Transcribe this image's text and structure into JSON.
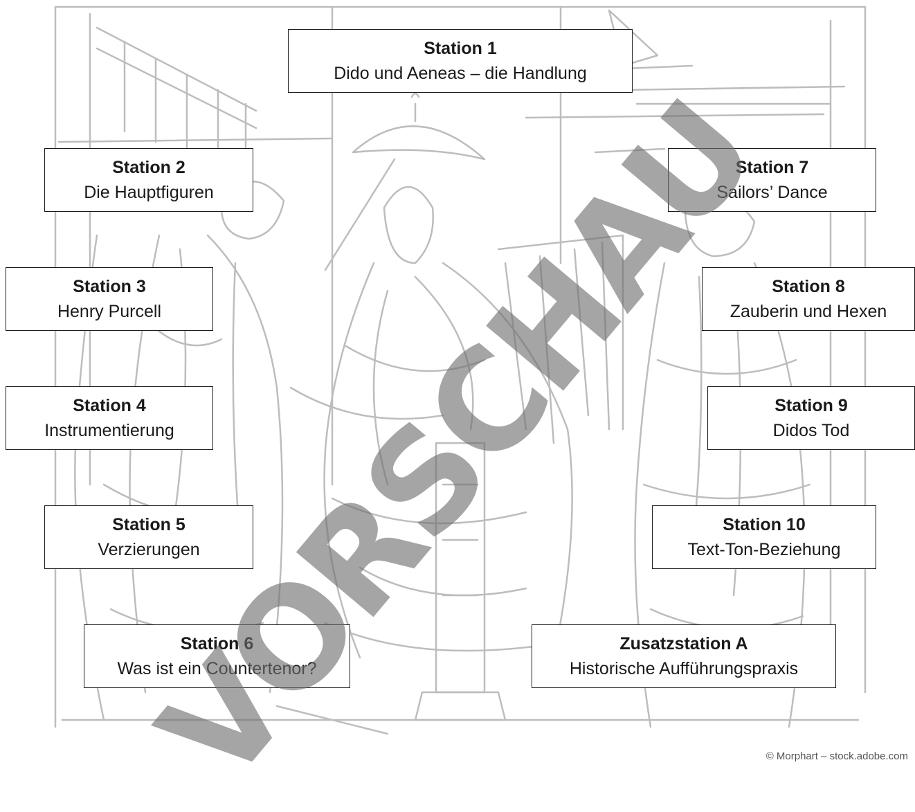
{
  "stations": [
    {
      "id": "station-1",
      "title": "Station 1",
      "subtitle": "Dido und Aeneas – die Handlung"
    },
    {
      "id": "station-2",
      "title": "Station 2",
      "subtitle": "Die Hauptfiguren"
    },
    {
      "id": "station-3",
      "title": "Station 3",
      "subtitle": "Henry Purcell"
    },
    {
      "id": "station-4",
      "title": "Station 4",
      "subtitle": "Instrumentierung"
    },
    {
      "id": "station-5",
      "title": "Station 5",
      "subtitle": "Verzierungen"
    },
    {
      "id": "station-6",
      "title": "Station 6",
      "subtitle": "Was ist ein Countertenor?"
    },
    {
      "id": "station-7",
      "title": "Station 7",
      "subtitle": "Sailors’ Dance"
    },
    {
      "id": "station-8",
      "title": "Station 8",
      "subtitle": "Zauberin und Hexen"
    },
    {
      "id": "station-9",
      "title": "Station 9",
      "subtitle": "Didos Tod"
    },
    {
      "id": "station-10",
      "title": "Station 10",
      "subtitle": "Text-Ton-Beziehung"
    },
    {
      "id": "station-a",
      "title": "Zusatzstation A",
      "subtitle": "Historische Aufführungspraxis"
    }
  ],
  "watermark": "VORSCHAU",
  "credit": "© Morphart – stock.adobe.com",
  "colors": {
    "line_art": "#bdbdbd",
    "box_border": "#1a1a1a",
    "watermark": "#6e6e6e"
  }
}
